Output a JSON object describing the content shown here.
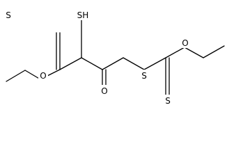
{
  "molecule": {
    "atoms": {
      "thione_s_left": "S",
      "thiol_sh": "SH",
      "ester_o_left": "O",
      "ketone_o": "O",
      "thioether_s": "S",
      "ester_o_right": "O",
      "thione_s_right": "S"
    },
    "colors": {
      "line": "#000000",
      "background": "#ffffff"
    }
  }
}
